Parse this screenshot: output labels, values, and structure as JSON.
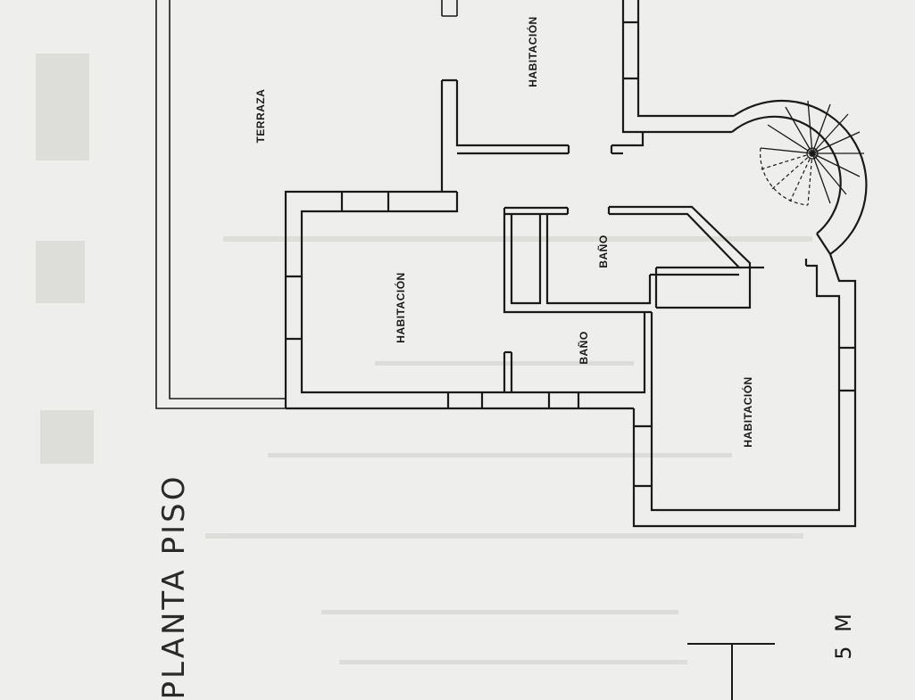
{
  "title": "PLANTA PISO",
  "rooms": {
    "terraza": "TERRAZA",
    "habitacion_top": "HABITACIÓN",
    "habitacion_left": "HABITACIÓN",
    "bano_upper": "BAÑO",
    "bano_lower": "BAÑO",
    "habitacion_right": "HABITACIÓN"
  },
  "scale": {
    "label": "5 M"
  }
}
